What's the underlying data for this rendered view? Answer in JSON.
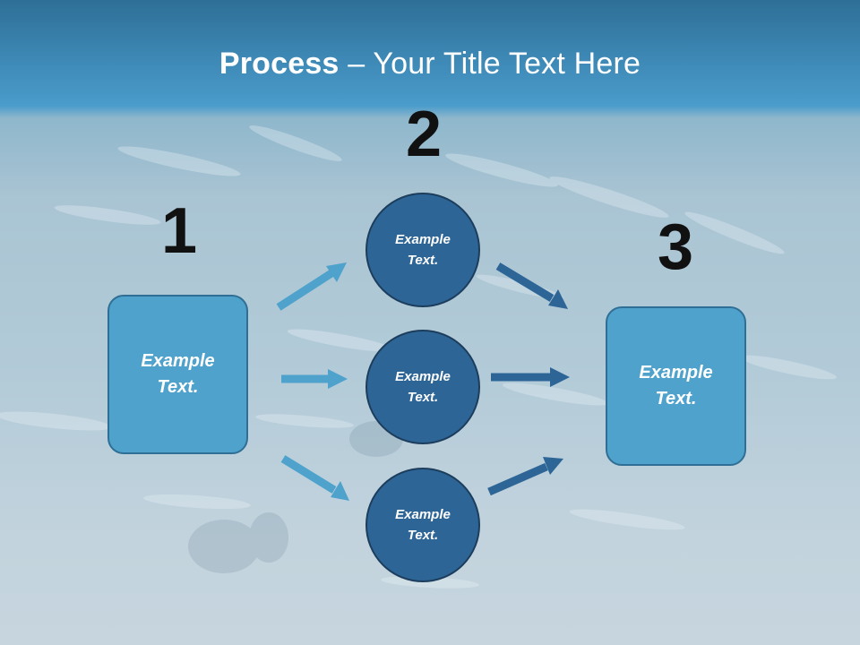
{
  "title": {
    "bold": "Process",
    "rest": " – Your Title Text Here"
  },
  "steps": {
    "one": "1",
    "two": "2",
    "three": "3"
  },
  "nodes": {
    "left_box": {
      "line1": "Example",
      "line2": "Text."
    },
    "circle_top": {
      "line1": "Example",
      "line2": "Text."
    },
    "circle_middle": {
      "line1": "Example",
      "line2": "Text."
    },
    "circle_bottom": {
      "line1": "Example",
      "line2": "Text."
    },
    "right_box": {
      "line1": "Example",
      "line2": "Text."
    }
  },
  "colors": {
    "box_fill": "#4ea2cc",
    "circle_fill": "#2d6597",
    "arrow_light": "#4ea2cc",
    "arrow_dark": "#2d6597"
  }
}
